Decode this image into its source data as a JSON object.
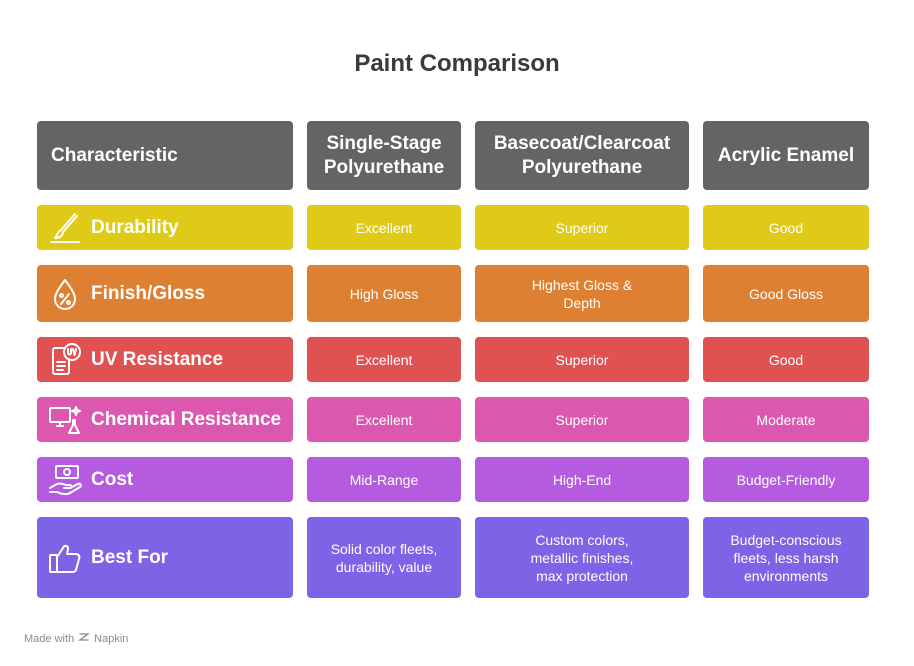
{
  "title": "Paint Comparison",
  "headers": [
    "Characteristic",
    "Single-Stage Polyurethane",
    "Basecoat/Clearcoat Polyurethane",
    "Acrylic Enamel"
  ],
  "rows": [
    {
      "label": "Durability",
      "icon": "brush-icon",
      "color": "#DFCB17",
      "values": [
        "Excellent",
        "Superior",
        "Good"
      ]
    },
    {
      "label": "Finish/Gloss",
      "icon": "drop-percent-icon",
      "color": "#DD8032",
      "values": [
        "High Gloss",
        "Highest Gloss & Depth",
        "Good Gloss"
      ]
    },
    {
      "label": "UV Resistance",
      "icon": "uv-document-icon",
      "color": "#E05252",
      "values": [
        "Excellent",
        "Superior",
        "Good"
      ]
    },
    {
      "label": "Chemical Resistance",
      "icon": "computer-flask-icon",
      "color": "#DC57B0",
      "values": [
        "Excellent",
        "Superior",
        "Moderate"
      ]
    },
    {
      "label": "Cost",
      "icon": "cash-hand-icon",
      "color": "#B45BE0",
      "values": [
        "Mid-Range",
        "High-End",
        "Budget-Friendly"
      ]
    },
    {
      "label": "Best For",
      "icon": "thumbs-up-icon",
      "color": "#7F63E6",
      "values": [
        "Solid color fleets, durability, value",
        "Custom colors, metallic finishes, max protection",
        "Budget-conscious fleets, less harsh environments"
      ]
    }
  ],
  "footer": {
    "made_with": "Made with",
    "brand": "Napkin"
  }
}
